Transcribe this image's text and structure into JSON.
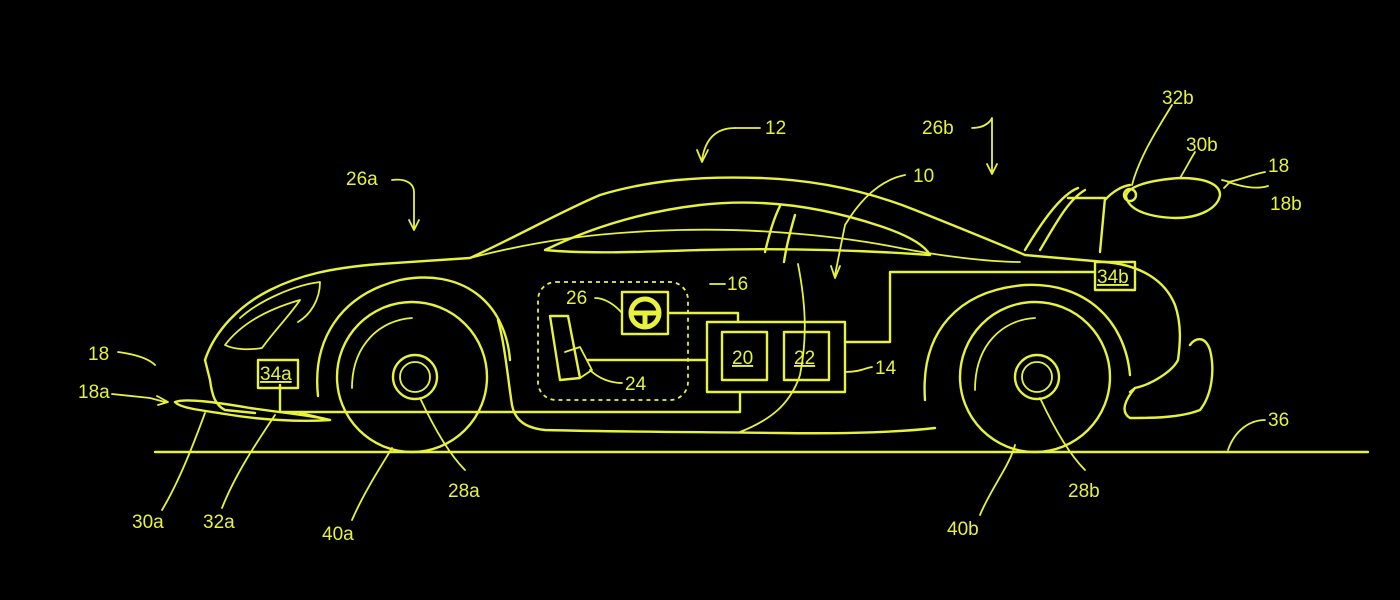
{
  "diagram": {
    "colors": {
      "background": "#000000",
      "line": "#e6f23c"
    },
    "labels": {
      "l10": "10",
      "l12": "12",
      "l14": "14",
      "l16": "16",
      "l18_front": "18",
      "l18_rear": "18",
      "l18a": "18a",
      "l18b": "18b",
      "l20": "20",
      "l22": "22",
      "l24": "24",
      "l26": "26",
      "l26a": "26a",
      "l26b": "26b",
      "l28a": "28a",
      "l28b": "28b",
      "l30a": "30a",
      "l30b": "30b",
      "l32a": "32a",
      "l32b": "32b",
      "l34a": "34a",
      "l34b": "34b",
      "l36": "36",
      "l40a": "40a",
      "l40b": "40b"
    }
  }
}
